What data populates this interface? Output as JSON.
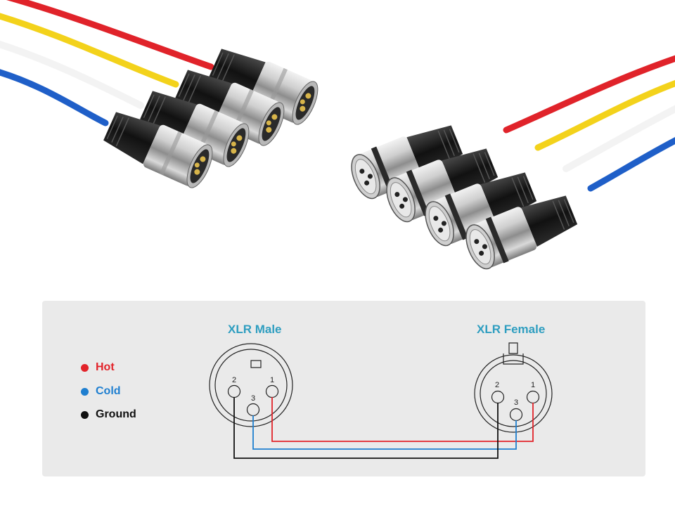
{
  "diagram": {
    "male_title": "XLR Male",
    "female_title": "XLR Female",
    "male_pins": [
      "1",
      "2",
      "3"
    ],
    "female_pins": [
      "1",
      "2",
      "3"
    ]
  },
  "legend": [
    {
      "label": "Hot",
      "color": "#e2232a"
    },
    {
      "label": "Cold",
      "color": "#1f7fd0"
    },
    {
      "label": "Ground",
      "color": "#111111"
    }
  ],
  "legend_text_colors": [
    "#e2232a",
    "#1f7fd0",
    "#111111"
  ],
  "cable_colors": [
    "#e0232a",
    "#f3d21b",
    "#ffffff",
    "#1f5fc8"
  ]
}
